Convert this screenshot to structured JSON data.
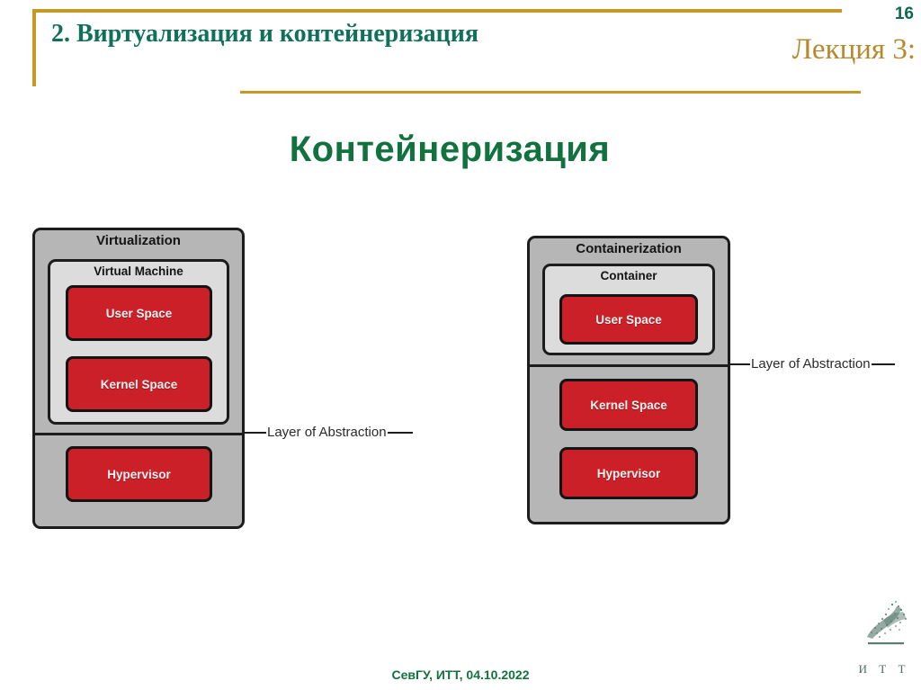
{
  "header": {
    "title": "2. Виртуализация и контейнеризация",
    "page_number": "16",
    "lecture_label": "Лекция 3:",
    "rule_color": "#c39a22",
    "title_color": "#11705c"
  },
  "main": {
    "heading": "Контейнеризация",
    "heading_color": "#11713f"
  },
  "diagrams": [
    {
      "id": "virtualization",
      "outer_title": "Virtualization",
      "inner_title": "Virtual Machine",
      "inner_boxes": [
        "User Space",
        "Kernel Space"
      ],
      "below_divider_boxes": [
        "Hypervisor"
      ],
      "callout": "Layer of Abstraction",
      "outer_fill": "#b6b6b6",
      "inner_fill": "#dcdcdc",
      "box_fill": "#cb2027"
    },
    {
      "id": "containerization",
      "outer_title": "Containerization",
      "inner_title": "Container",
      "inner_boxes": [
        "User Space"
      ],
      "below_divider_boxes": [
        "Kernel Space",
        "Hypervisor"
      ],
      "callout": "Layer of Abstraction",
      "outer_fill": "#b6b6b6",
      "inner_fill": "#dcdcdc",
      "box_fill": "#cb2027"
    }
  ],
  "footer": {
    "text": "СевГУ, ИТТ, 04.10.2022",
    "logo_caption": "И Т Т",
    "text_color": "#11713f"
  }
}
